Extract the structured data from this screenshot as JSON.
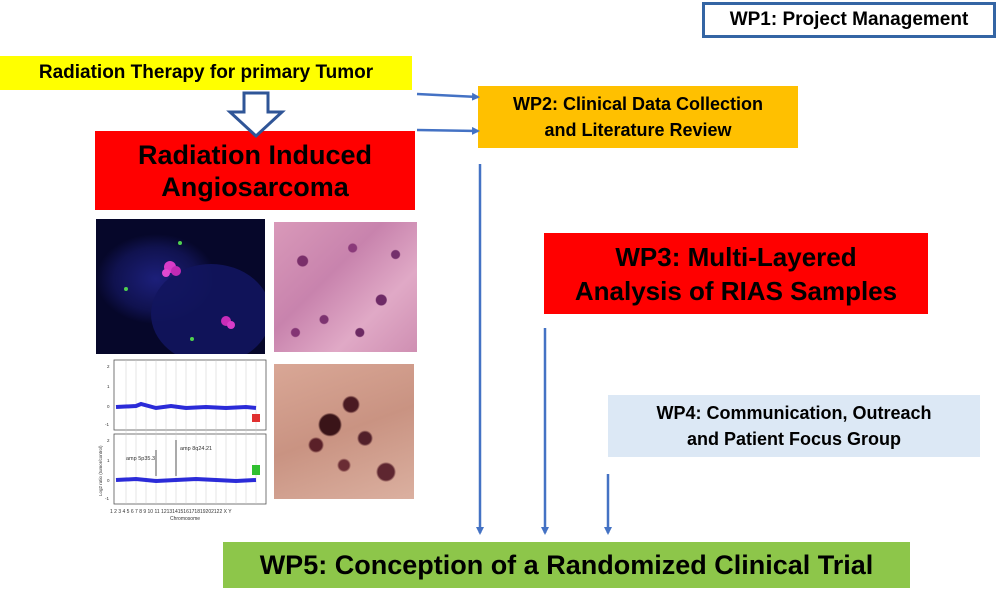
{
  "wp1": {
    "label": "WP1: Project Management"
  },
  "radiation_therapy": {
    "label": "Radiation Therapy for primary Tumor"
  },
  "radiation_induced": {
    "line1": "Radiation Induced",
    "line2": "Angiosarcoma"
  },
  "wp2": {
    "line1": "WP2: Clinical Data Collection",
    "line2": "and Literature Review"
  },
  "wp3": {
    "line1": "WP3: Multi-Layered",
    "line2": "Analysis of RIAS Samples"
  },
  "wp4": {
    "line1": "WP4: Communication, Outreach",
    "line2": "and Patient Focus Group"
  },
  "wp5": {
    "label": "WP5: Conception of a Randomized Clinical Trial"
  },
  "cnv_plot": {
    "ylabel": "Log2 ratio (tumor/control)",
    "xlabel": "Chromosome",
    "annotation1": "amp 5p35.3",
    "annotation2": "amp 8q24.21",
    "chromosomes": "1 2 3 4 5 6 7 8 9 10 11 1213141516171819202122 X Y",
    "yticks_top": [
      "2",
      "1",
      "0",
      "-1"
    ],
    "yticks_bottom": [
      "2",
      "1",
      "0",
      "-1"
    ]
  },
  "colors": {
    "arrow": "#4472c4",
    "yellow": "#ffff00",
    "red": "#ff0000",
    "orange": "#ffc000",
    "green": "#8dc64a",
    "lightblue": "#dce8f5"
  }
}
